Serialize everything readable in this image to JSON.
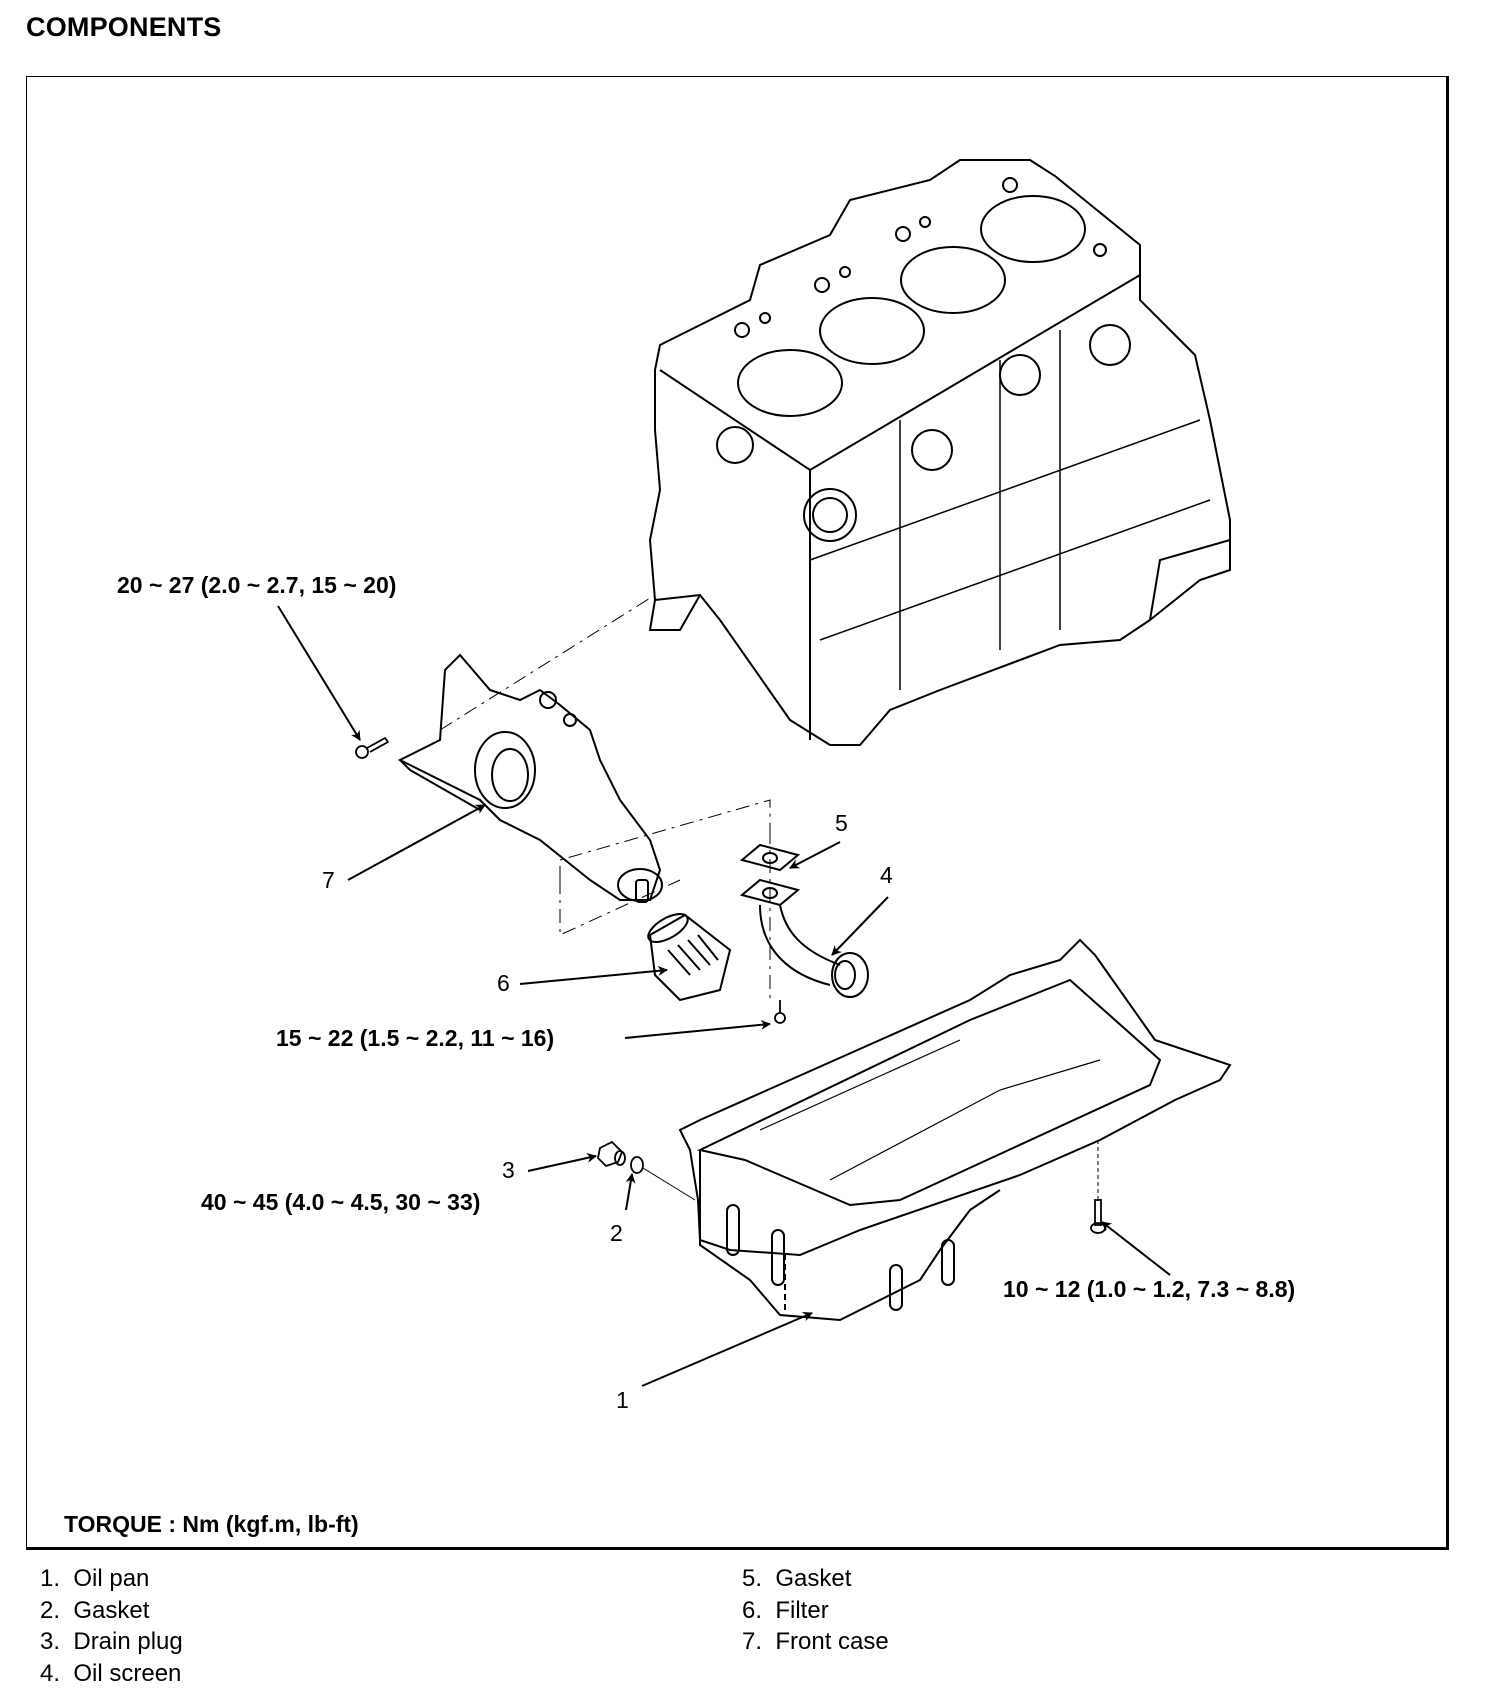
{
  "page": {
    "title": "COMPONENTS"
  },
  "diagram": {
    "part_numbers": [
      "1",
      "2",
      "3",
      "4",
      "5",
      "6",
      "7"
    ],
    "torque_specs": {
      "front_case_bolt": "20 ~ 27 (2.0 ~ 2.7, 15 ~ 20)",
      "oil_screen_bolt": "15 ~ 22 (1.5 ~ 2.2, 11 ~ 16)",
      "drain_plug": "40 ~ 45 (4.0 ~ 4.5, 30 ~ 33)",
      "oil_pan_bolt": "10 ~ 12 (1.0 ~ 1.2, 7.3 ~ 8.8)"
    },
    "torque_unit_note": "TORQUE : Nm (kgf.m, lb-ft)"
  },
  "legend": {
    "items": [
      {
        "num": "1.",
        "label": "Oil pan"
      },
      {
        "num": "2.",
        "label": "Gasket"
      },
      {
        "num": "3.",
        "label": "Drain plug"
      },
      {
        "num": "4.",
        "label": "Oil screen"
      },
      {
        "num": "5.",
        "label": "Gasket"
      },
      {
        "num": "6.",
        "label": "Filter"
      },
      {
        "num": "7.",
        "label": "Front case"
      }
    ]
  }
}
